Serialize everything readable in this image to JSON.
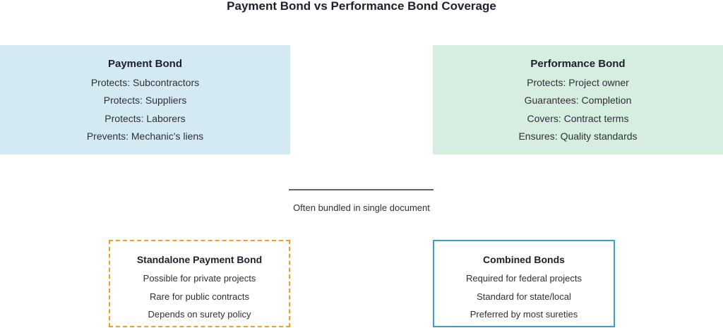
{
  "title": "Payment Bond vs Performance Bond Coverage",
  "colors": {
    "payment_fill": "#d4eaf2",
    "performance_fill": "#d5eedf",
    "standalone_border": "#f0a020",
    "combined_border": "#3aa0c8",
    "connector": "#5f5f7a"
  },
  "payment_bond": {
    "title": "Payment Bond",
    "lines": [
      "Protects: Subcontractors",
      "Protects: Suppliers",
      "Protects: Laborers",
      "Prevents: Mechanic's liens"
    ]
  },
  "performance_bond": {
    "title": "Performance Bond",
    "lines": [
      "Protects: Project owner",
      "Guarantees: Completion",
      "Covers: Contract terms",
      "Ensures: Quality standards"
    ]
  },
  "connector": {
    "label": "Often bundled in single document"
  },
  "standalone": {
    "title": "Standalone Payment Bond",
    "lines": [
      "Possible for private projects",
      "Rare for public contracts",
      "Depends on surety policy"
    ]
  },
  "combined": {
    "title": "Combined Bonds",
    "lines": [
      "Required for federal projects",
      "Standard for state/local",
      "Preferred by most sureties"
    ]
  }
}
